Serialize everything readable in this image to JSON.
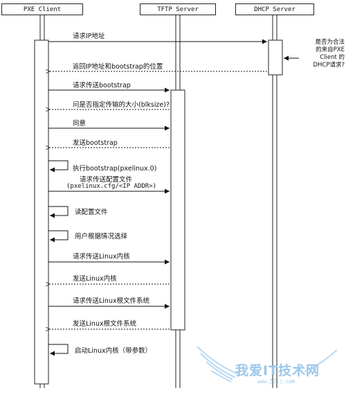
{
  "participants": [
    "PXE Client",
    "TFTP Server",
    "DHCP Server"
  ],
  "messages": [
    "请求IP地址",
    "返回IP地址和bootstrap的位置",
    "请求传送bootstrap",
    "问是否指定传输的大小(blksize)?",
    "同意",
    "发送bootstrap",
    "执行bootstrap(pxelinux.0)",
    "请求传送配置文件",
    "(pxelinux.cfg/<IP ADDR>)",
    "读配置文件",
    "用户根据情况选择",
    "请求传送Linux内核",
    "发送Linux内核",
    "请求传送Linux根文件系统",
    "发送Linux根文件系统",
    "启动Linux内核（带参数）"
  ],
  "note": [
    "是否为合法",
    "的来自PXE",
    "Client 的",
    "DHCP请求?"
  ],
  "watermark": {
    "text": "我爱IT技术网",
    "url": "www.52ij.com"
  }
}
